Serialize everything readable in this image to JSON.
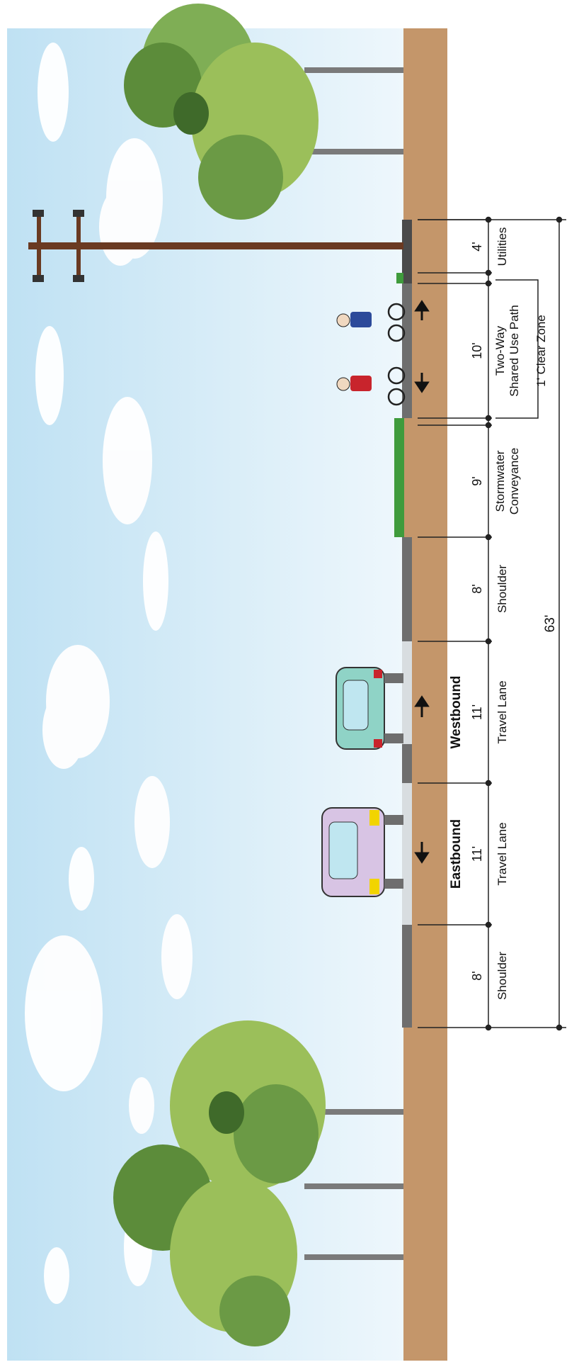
{
  "directions": {
    "eastbound": "Eastbound",
    "westbound": "Westbound"
  },
  "segments": [
    {
      "width": "8'",
      "label": "Shoulder"
    },
    {
      "width": "11'",
      "label": "Travel Lane"
    },
    {
      "width": "11'",
      "label": "Travel Lane"
    },
    {
      "width": "8'",
      "label": "Shoulder"
    },
    {
      "width": "9'",
      "label_line1": "Stormwater",
      "label_line2": "Conveyance"
    },
    {
      "width": "10'",
      "label_line1": "Two-Way",
      "label_line2": "Shared Use Path"
    },
    {
      "width": "4'",
      "label": "Utilities"
    }
  ],
  "clear_zone": "1' Clear Zone",
  "total_width": "63'",
  "colors": {
    "sky_top": "#e8f4fb",
    "sky_bottom": "#bfe1f3",
    "ground": "#c4966a",
    "pavement": "#6e6e6e",
    "grass": "#3f9b3c",
    "pole": "#6a3a22",
    "tree_light": "#9bbf5a",
    "tree_dark": "#5c8c3a"
  }
}
